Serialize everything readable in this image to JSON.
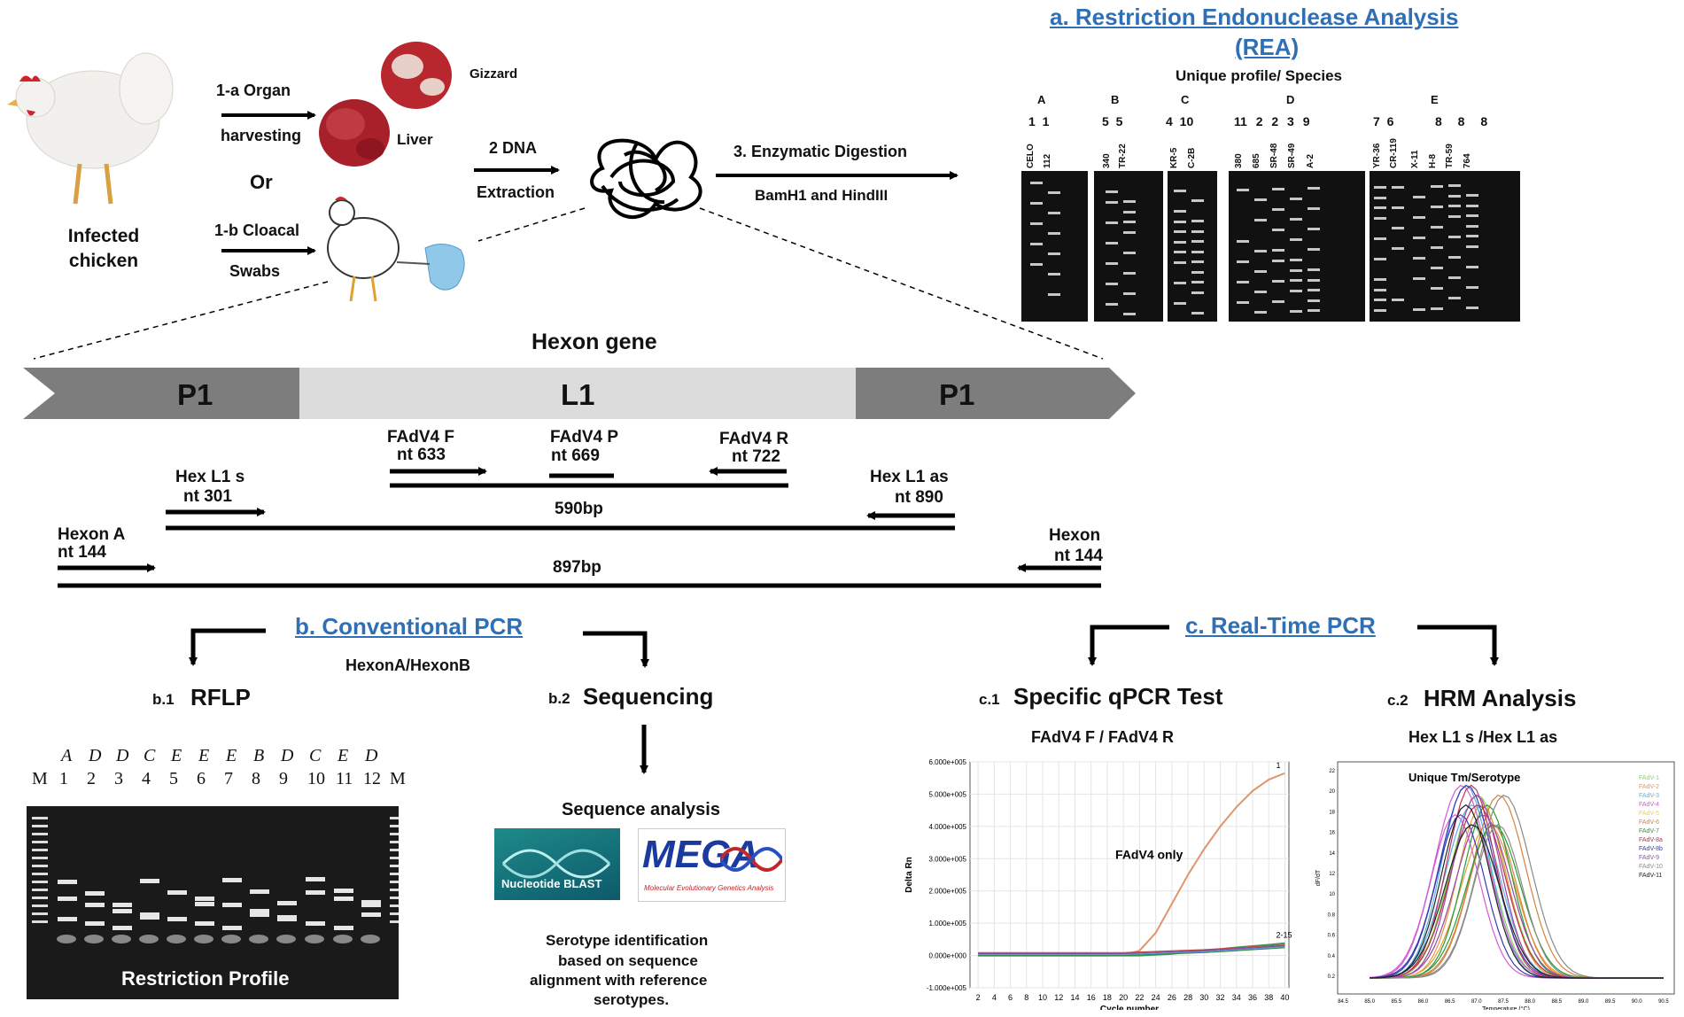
{
  "top": {
    "chicken_label": "Infected\nchicken",
    "step_1a_line1": "1-a  Organ",
    "step_1a_line2": "harvesting",
    "or": "Or",
    "step_1b_line1": "1-b Cloacal",
    "step_1b_line2": "Swabs",
    "gizzard": "Gizzard",
    "liver": "Liver",
    "step2_line1": "2 DNA",
    "step2_line2": "Extraction",
    "step3_line1": "3. Enzymatic Digestion",
    "step3_line2": "BamH1 and HindIII"
  },
  "rea": {
    "title_line1": "a. Restriction Endonuclease Analysis",
    "title_line2": "(REA)",
    "subtitle": "Unique profile/ Species",
    "groups": [
      "A",
      "B",
      "C",
      "D",
      "E"
    ],
    "serotype_numbers": [
      "1 1",
      "5 5",
      "4 10",
      "11 2 2 3 9",
      "7 6",
      "8 8 8"
    ],
    "strains": [
      "CELO",
      "112",
      "340",
      "TR-22",
      "KR-5",
      "C-2B",
      "380",
      "685",
      "SR-48",
      "SR-49",
      "A-2",
      "YR-36",
      "CR-119",
      "X-11",
      "H-8",
      "TR-59",
      "764"
    ]
  },
  "hexon": {
    "title": "Hexon gene",
    "segments": [
      "P1",
      "L1",
      "P1"
    ],
    "primers": {
      "fadv4f_name": "FAdV4 F",
      "fadv4f_nt": "nt 633",
      "fadv4p_name": "FAdV4 P",
      "fadv4p_nt": "nt 669",
      "fadv4r_name": "FAdV4 R",
      "fadv4r_nt": "nt 722",
      "hexl1s_name": "Hex L1 s",
      "hexl1s_nt": "nt 301",
      "hexl1as_name": "Hex L1 as",
      "hexl1as_nt": "nt 890",
      "hexona_name": "Hexon A",
      "hexona_nt": "nt 144",
      "hexonb_name": "Hexon",
      "hexonb_nt": "nt 144"
    },
    "amplicon_590": "590bp",
    "amplicon_897": "897bp"
  },
  "conventional": {
    "title": "b. Conventional PCR",
    "primers": "HexonA/HexonB",
    "rflp_prefix": "b.1",
    "rflp": "RFLP",
    "seq_prefix": "b.2",
    "seq": "Sequencing",
    "gel_groups": [
      "A",
      "D",
      "D",
      "C",
      "E",
      "E",
      "E",
      "B",
      "D",
      "C",
      "E",
      "D"
    ],
    "gel_lanes": [
      "M",
      "1",
      "2",
      "3",
      "4",
      "5",
      "6",
      "7",
      "8",
      "9",
      "10",
      "11",
      "12",
      "M"
    ],
    "gel_caption": "Restriction Profile",
    "seq_analysis": "Sequence analysis",
    "blast_label": "Nucleotide BLAST",
    "mega_label": "MEGA",
    "mega_sub": "Molecular Evolutionary Genetics Analysis",
    "serotype_note_1": "Serotype identification",
    "serotype_note_2": "based on sequence",
    "serotype_note_3": "alignment with  reference",
    "serotype_note_4": "serotypes."
  },
  "realtime": {
    "title": "c. Real-Time PCR",
    "c1_prefix": "c.1",
    "c1": "Specific qPCR Test",
    "c1_primers": "FAdV4 F / FAdV4 R",
    "c2_prefix": "c.2",
    "c2": "HRM Analysis",
    "c2_primers": "Hex L1 s /Hex L1 as"
  },
  "chart_data": [
    {
      "type": "line",
      "xlabel": "Cycle number",
      "ylabel": "Delta Rn",
      "x_ticks": [
        2,
        4,
        6,
        8,
        10,
        12,
        14,
        16,
        18,
        20,
        22,
        24,
        26,
        28,
        30,
        32,
        34,
        36,
        38,
        40
      ],
      "y_ticks": [
        "-1.000e+005",
        "0.000e+000",
        "1.000e+005",
        "2.000e+005",
        "3.000e+005",
        "4.000e+005",
        "5.000e+005",
        "6.000e+005"
      ],
      "ylim": [
        -100000,
        600000
      ],
      "annotation": "FAdV4 only",
      "series": [
        {
          "name": "1",
          "color": "#e0956a",
          "x": [
            2,
            6,
            10,
            14,
            18,
            20,
            22,
            24,
            26,
            28,
            30,
            32,
            34,
            36,
            38,
            40
          ],
          "y": [
            0,
            0,
            0,
            0,
            0,
            2000,
            15000,
            70000,
            160000,
            250000,
            330000,
            400000,
            460000,
            510000,
            545000,
            565000
          ]
        },
        {
          "name": "2-15",
          "color": "#3a9a5a",
          "x": [
            2,
            6,
            10,
            14,
            18,
            22,
            26,
            30,
            34,
            38,
            40
          ],
          "y": [
            0,
            0,
            0,
            0,
            0,
            0,
            5000,
            15000,
            25000,
            33000,
            38000
          ]
        }
      ]
    },
    {
      "type": "line",
      "xlabel": "Temperature (°C)",
      "ylabel": "dF/dT",
      "y_ticks": [
        "0.2",
        "0.4",
        "0.6",
        "0.8",
        "10",
        "12",
        "14",
        "16",
        "18",
        "20",
        "22"
      ],
      "x_ticks": [
        "84.5",
        "85.0",
        "85.5",
        "86.0",
        "86.5",
        "87.0",
        "87.5",
        "88.0",
        "88.5",
        "89.0",
        "89.5",
        "90.0",
        "90.5"
      ],
      "annotation": "Unique Tm/Serotype",
      "legend": [
        "FAdV-1",
        "FAdV-2",
        "FAdV-3",
        "FAdV-4",
        "FAdV-5",
        "FAdV-6",
        "FAdV-7",
        "FAdV-8a",
        "FAdV-8b",
        "FAdV-9",
        "FAdV-10",
        "FAdV-11"
      ],
      "legend_colors": [
        "#7fdc5a",
        "#e59b3a",
        "#5ab2e8",
        "#d45ad4",
        "#e8d24a",
        "#d9823a",
        "#2a9a3a",
        "#c03050",
        "#3a3ab0",
        "#9a4ab0",
        "#8a8a8a",
        "#222222"
      ],
      "peaks_tm": [
        86.9,
        87.1,
        86.8,
        86.6,
        87.0,
        87.3,
        87.2,
        86.9,
        86.7,
        87.0,
        87.4,
        86.8
      ]
    }
  ]
}
